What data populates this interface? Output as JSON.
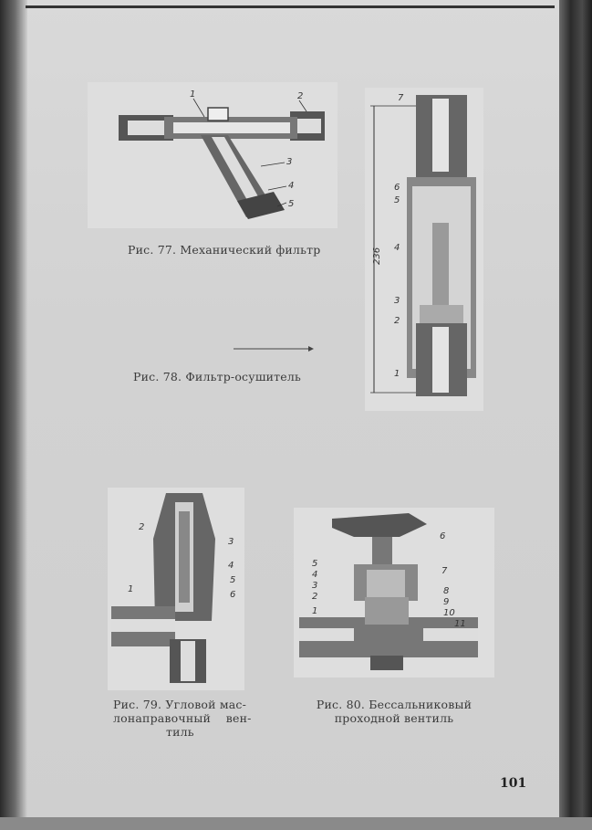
{
  "figures": {
    "fig77": {
      "caption": "Рис. 77. Механический фильтр",
      "labels": [
        "1",
        "2",
        "3",
        "4",
        "5"
      ]
    },
    "fig78": {
      "caption": "Рис. 78. Фильтр-осушитель",
      "labels": [
        "7",
        "6",
        "5",
        "4",
        "3",
        "2",
        "1"
      ],
      "dimension": "236"
    },
    "fig79": {
      "caption_line1": "Рис. 79. Угловой мас-",
      "caption_line2": "лонаправочный    вен-",
      "caption_line3": "тиль",
      "labels": [
        "2",
        "3",
        "4",
        "5",
        "6",
        "1"
      ]
    },
    "fig80": {
      "caption_line1": "Рис. 80. Бессальниковый",
      "caption_line2": "проходной вентиль",
      "labels": [
        "6",
        "5",
        "4",
        "3",
        "2",
        "1",
        "7",
        "8",
        "9",
        "10",
        "11"
      ]
    }
  },
  "page_number": "101"
}
